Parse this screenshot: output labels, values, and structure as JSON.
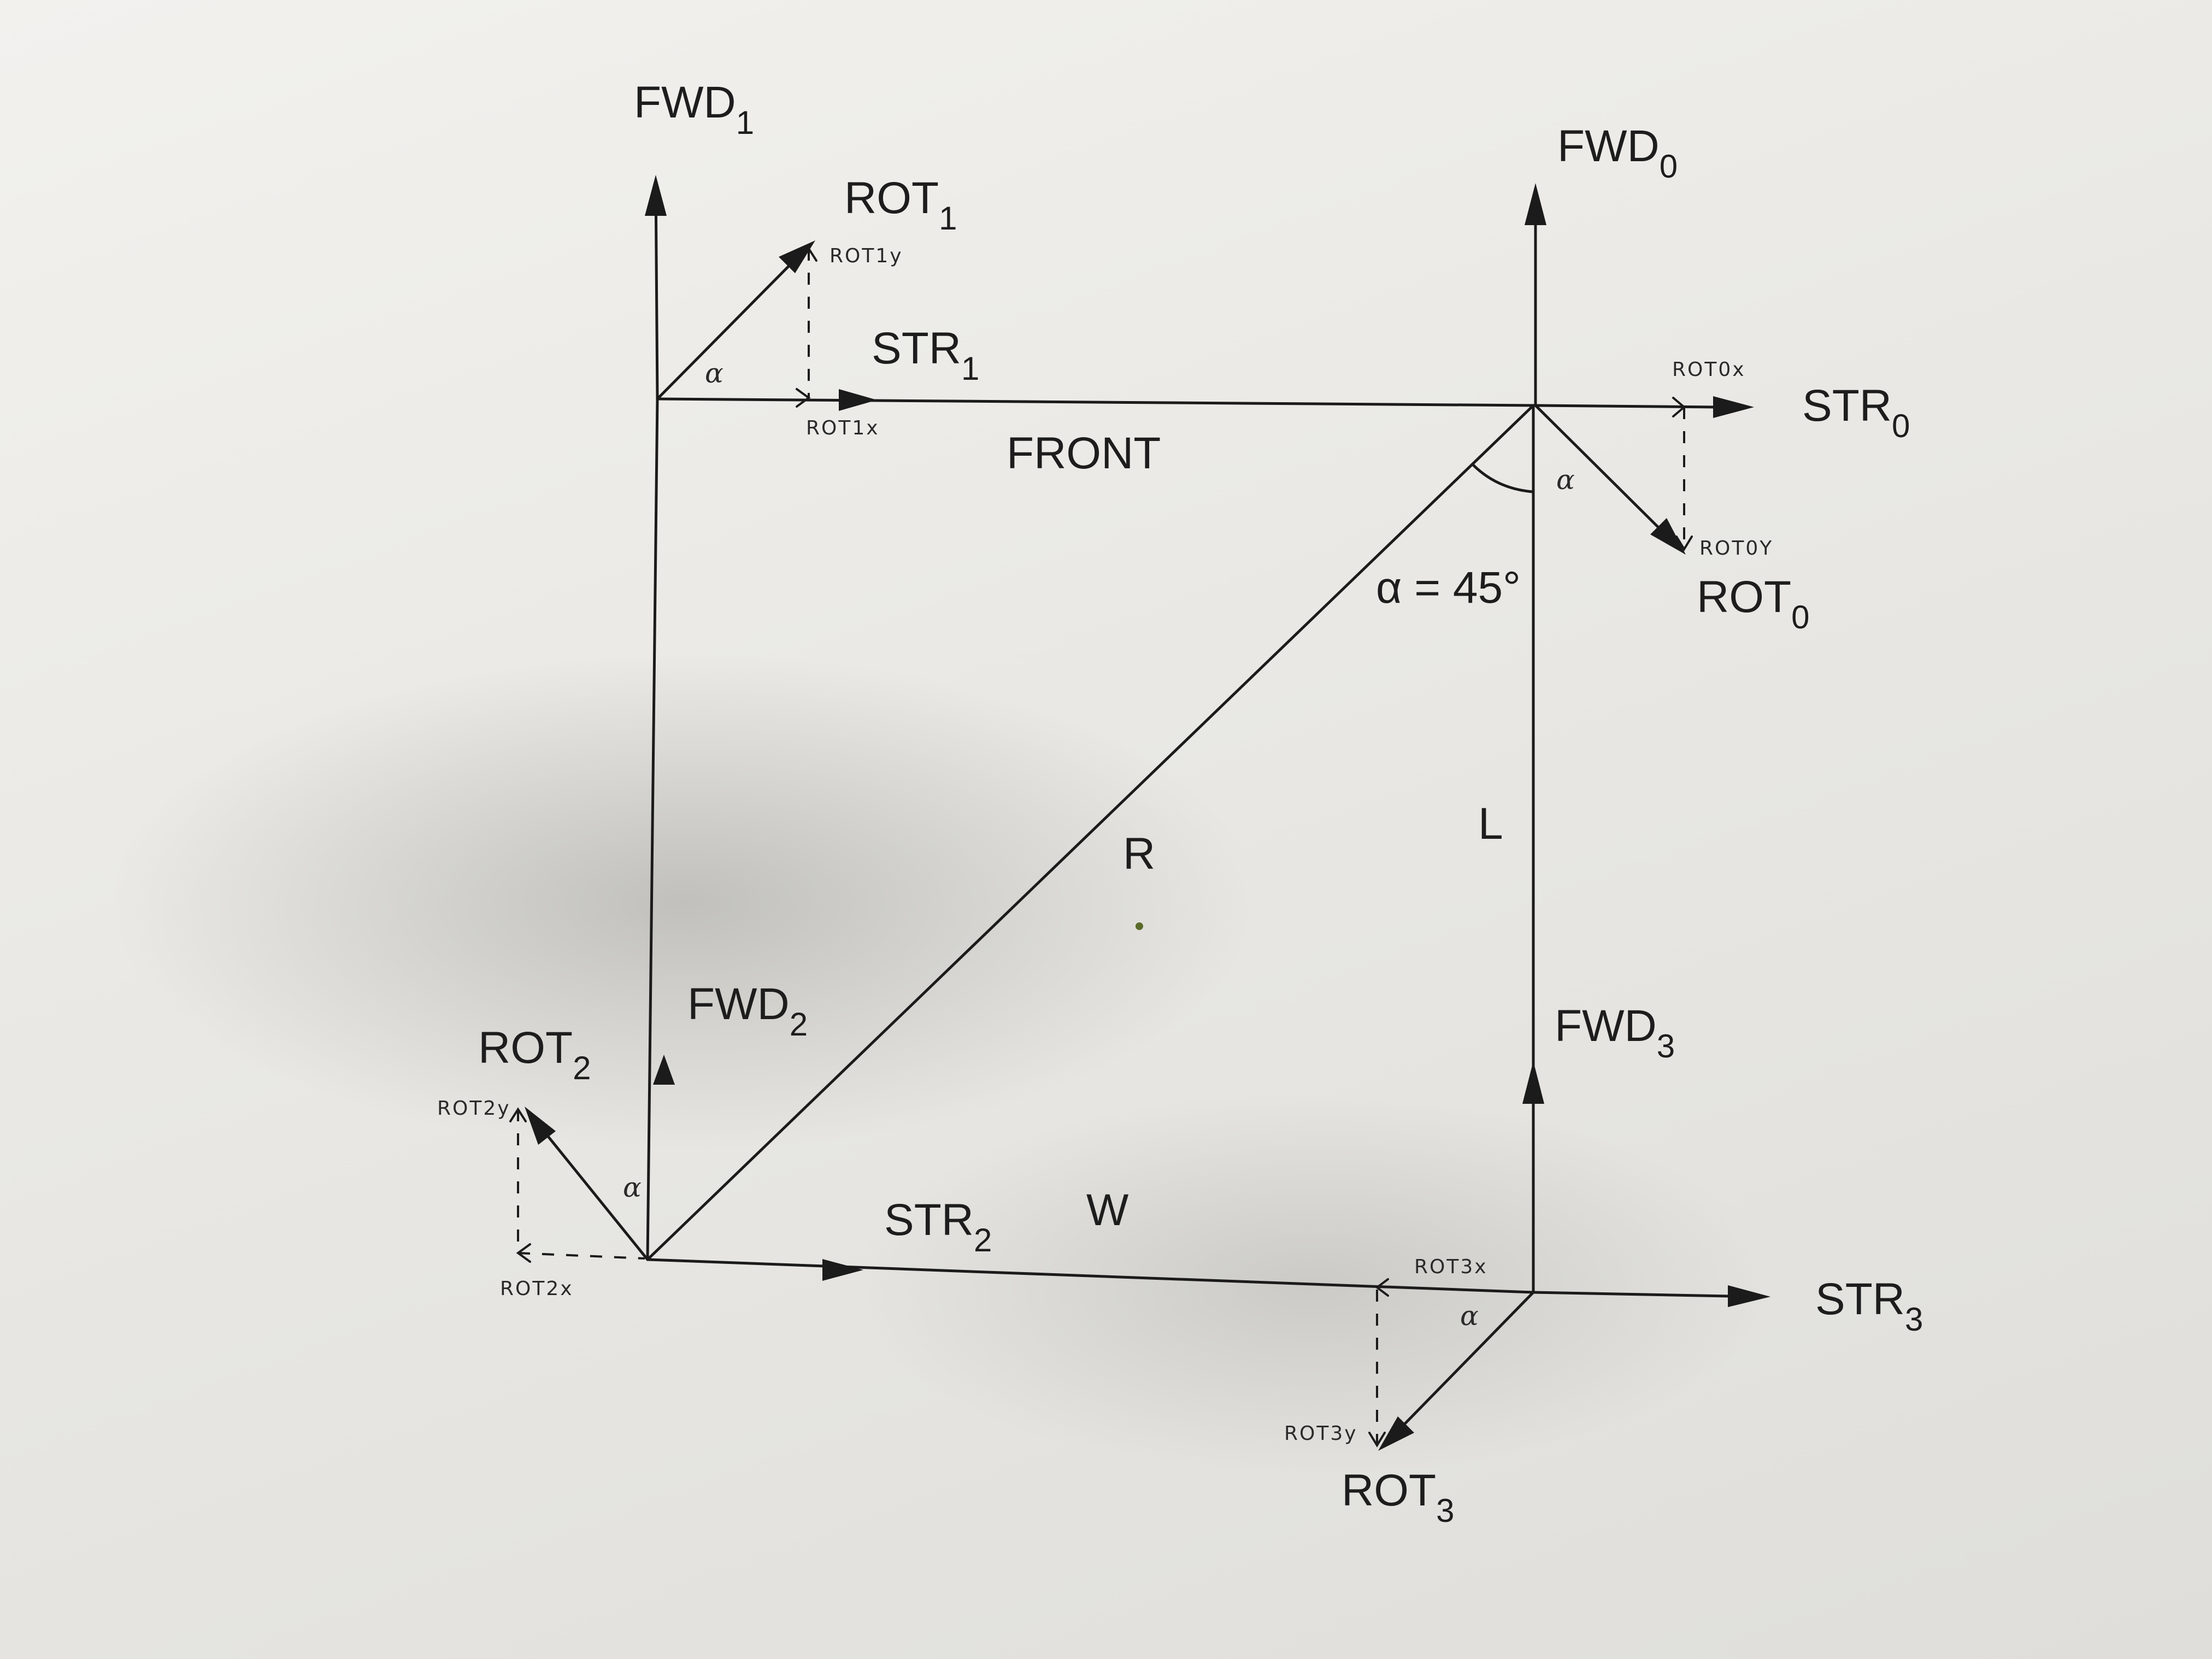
{
  "labels": {
    "fwd0": "FWD",
    "fwd0_sub": "0",
    "fwd1": "FWD",
    "fwd1_sub": "1",
    "fwd2": "FWD",
    "fwd2_sub": "2",
    "fwd3": "FWD",
    "fwd3_sub": "3",
    "str0": "STR",
    "str0_sub": "0",
    "str1": "STR",
    "str1_sub": "1",
    "str2": "STR",
    "str2_sub": "2",
    "str3": "STR",
    "str3_sub": "3",
    "rot0": "ROT",
    "rot0_sub": "0",
    "rot1": "ROT",
    "rot1_sub": "1",
    "rot2": "ROT",
    "rot2_sub": "2",
    "rot3": "ROT",
    "rot3_sub": "3",
    "front": "FRONT",
    "r": "R",
    "l": "L",
    "w": "W",
    "alpha_eq": "α = 45°",
    "rot0x": "ROT0x",
    "rot0y": "ROT0Y",
    "rot1x": "ROT1x",
    "rot1y": "ROT1y",
    "rot2x": "ROT2x",
    "rot2y": "ROT2y",
    "rot3x": "ROT3x",
    "rot3y": "ROT3y",
    "alpha": "α"
  }
}
